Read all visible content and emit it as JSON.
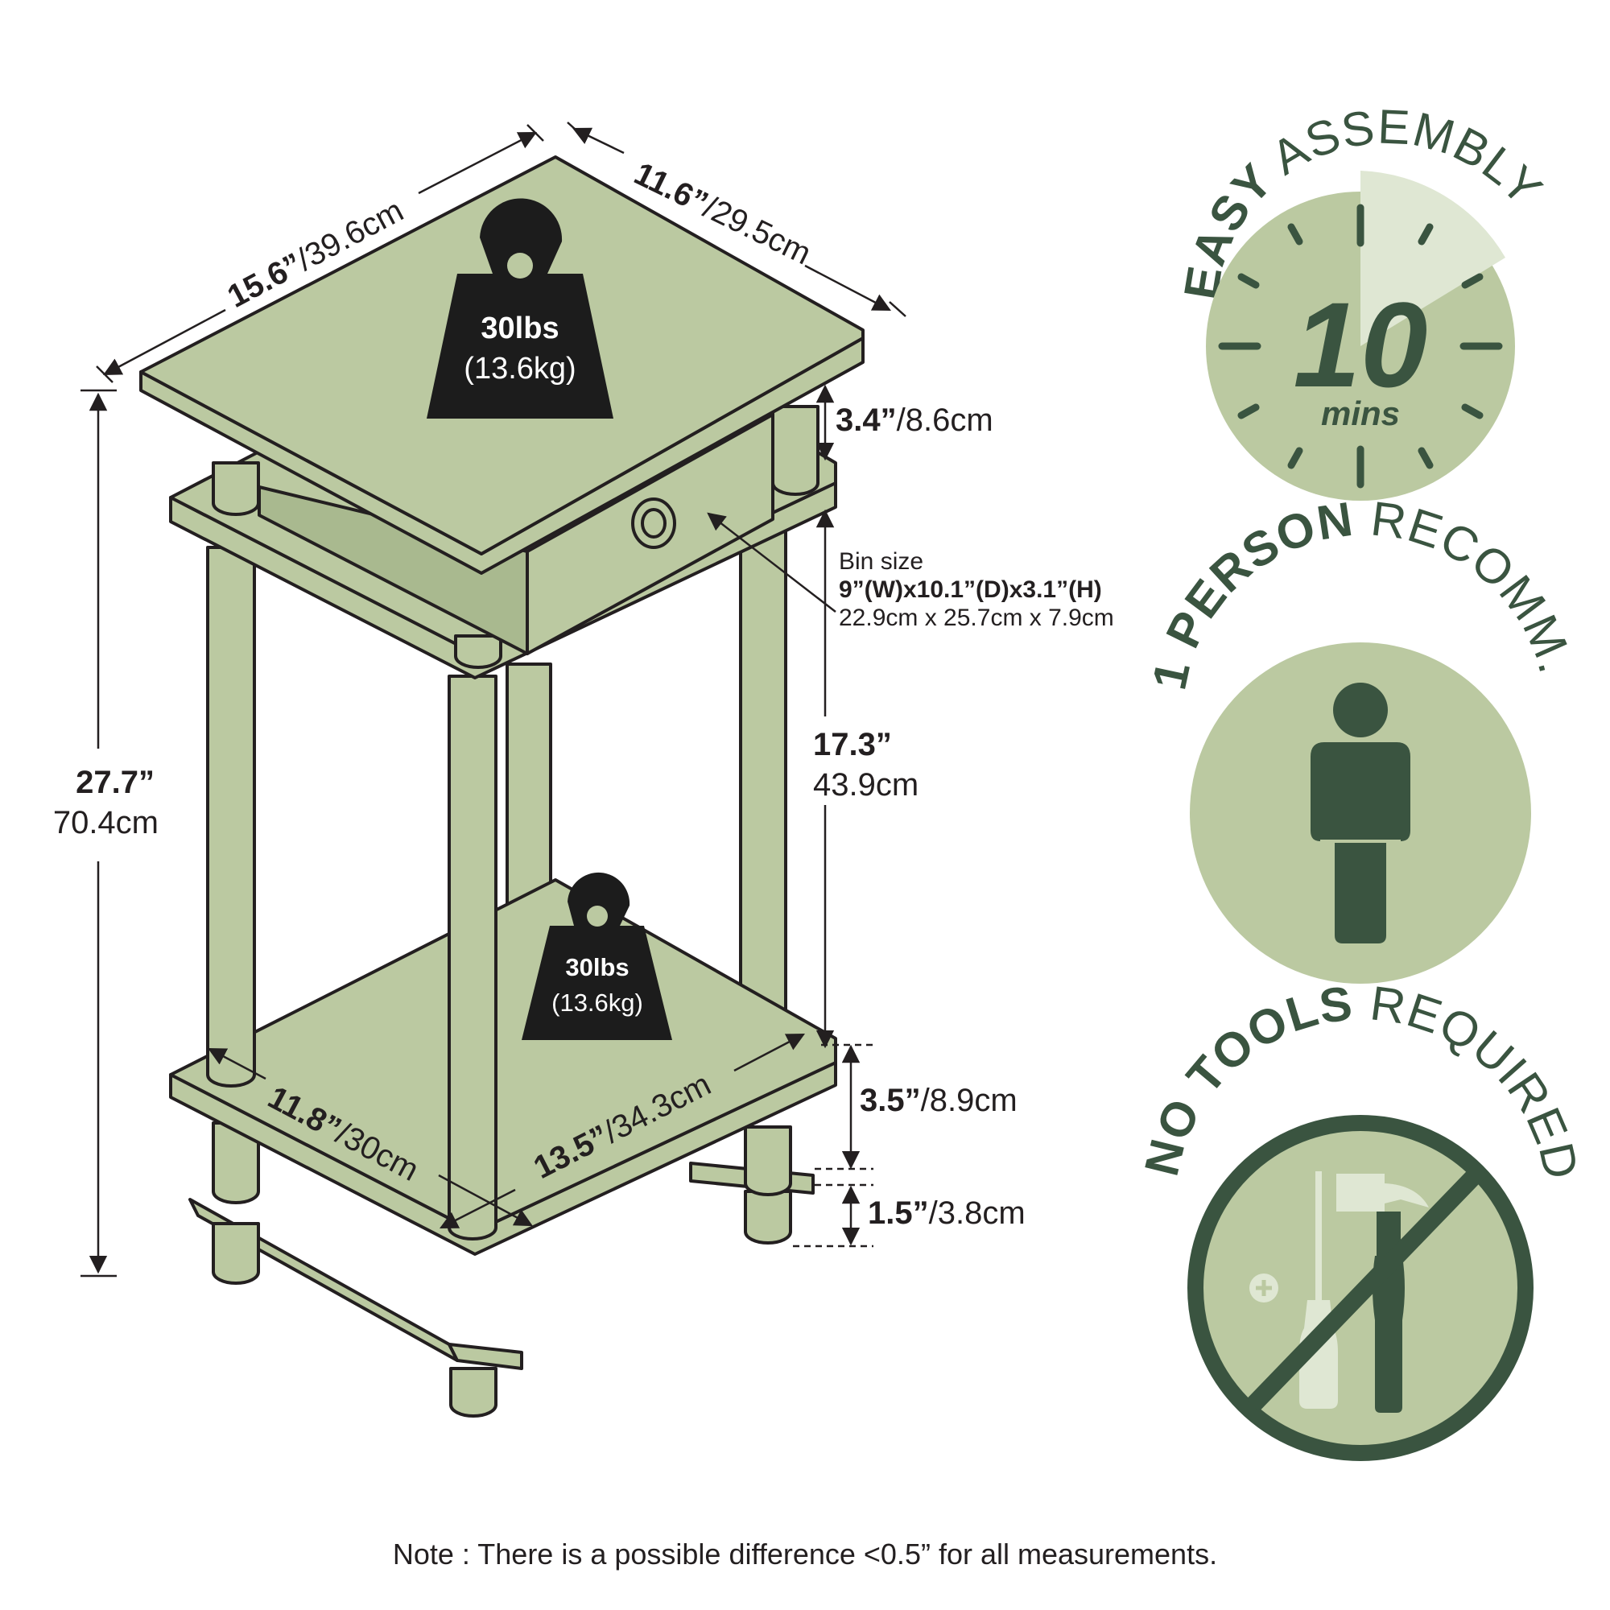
{
  "colors": {
    "fill": "#bbc9a1",
    "outline": "#231f20",
    "dark_green": "#3a5440",
    "light_green": "#dfe7d3",
    "weight_badge": "#1c1c1c"
  },
  "weights": {
    "top": {
      "imperial": "30lbs",
      "metric": "(13.6kg)"
    },
    "bottom": {
      "imperial": "30lbs",
      "metric": "(13.6kg)"
    }
  },
  "dimensions": {
    "top_width": {
      "imperial": "15.6”",
      "metric": "/39.6cm"
    },
    "top_depth": {
      "imperial": "11.6”",
      "metric": "/29.5cm"
    },
    "total_height": {
      "imperial": "27.7”",
      "metric": "70.4cm"
    },
    "drawer_height": {
      "imperial": "3.4”",
      "metric": "/8.6cm"
    },
    "shelf_gap": {
      "imperial": "17.3”",
      "metric": "43.9cm"
    },
    "bottom_height": {
      "imperial": "3.5”",
      "metric": "/8.9cm"
    },
    "foot_height": {
      "imperial": "1.5”",
      "metric": "/3.8cm"
    },
    "bottom_depth": {
      "imperial": "11.8”",
      "metric": "/30cm"
    },
    "bottom_width": {
      "imperial": "13.5”",
      "metric": "/34.3cm"
    }
  },
  "bin": {
    "label": "Bin size",
    "imperial": "9”(W)x10.1”(D)x3.1”(H)",
    "metric": "22.9cm x 25.7cm x 7.9cm"
  },
  "badges": {
    "assembly": {
      "title_bold": "EASY",
      "title_rest": " ASSEMBLY",
      "value": "10",
      "unit": "mins",
      "icon": "clock-icon"
    },
    "person": {
      "title_bold": "1 PERSON",
      "title_rest": " RECOMM.",
      "icon": "person-icon"
    },
    "tools": {
      "title_bold": "NO TOOLS",
      "title_rest": " REQUIRED",
      "icon": "no-tools-icon"
    }
  },
  "note": "Note : There is a possible difference <0.5” for all measurements."
}
